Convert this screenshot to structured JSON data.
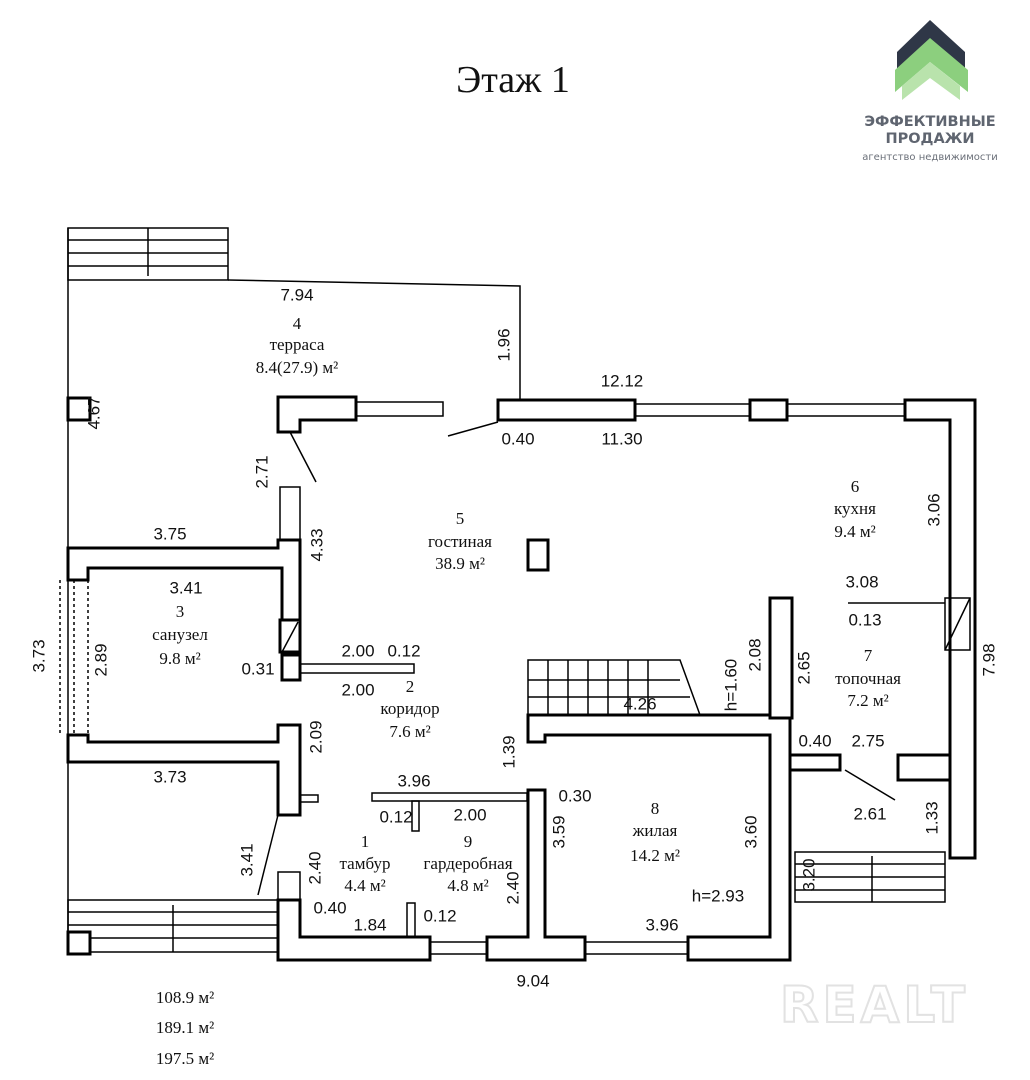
{
  "title": "Этаж 1",
  "logo": {
    "line1": "ЭФФЕКТИВНЫЕ",
    "line2": "ПРОДАЖИ",
    "line3": "агентство недвижимости",
    "colors": {
      "dark": "#2f3747",
      "green": "#8ccf7e"
    }
  },
  "watermark": "REALT",
  "rooms": [
    {
      "num": "4",
      "name": "терраса",
      "area": "8.4(27.9) м²"
    },
    {
      "num": "5",
      "name": "гостиная",
      "area": "38.9 м²"
    },
    {
      "num": "6",
      "name": "кухня",
      "area": "9.4 м²"
    },
    {
      "num": "7",
      "name": "топочная",
      "area": "7.2 м²"
    },
    {
      "num": "3",
      "name": "санузел",
      "area": "9.8 м²"
    },
    {
      "num": "2",
      "name": "коридор",
      "area": "7.6 м²"
    },
    {
      "num": "1",
      "name": "тамбур",
      "area": "4.4 м²"
    },
    {
      "num": "9",
      "name": "гардеробная",
      "area": "4.8 м²"
    },
    {
      "num": "8",
      "name": "жилая",
      "area": "14.2 м²"
    }
  ],
  "dims": [
    "7.94",
    "1.96",
    "12.12",
    "0.40",
    "11.30",
    "4.67",
    "2.71",
    "4.33",
    "3.75",
    "3.41",
    "3.06",
    "3.08",
    "0.13",
    "7.98",
    "3.73",
    "2.89",
    "0.31",
    "2.00",
    "0.12",
    "2.00",
    "2.08",
    "2.65",
    "h=1.60",
    "4.26",
    "2.09",
    "1.39",
    "0.40",
    "2.75",
    "3.73",
    "3.96",
    "0.12",
    "2.00",
    "0.30",
    "3.59",
    "3.60",
    "2.61",
    "1.33",
    "3.41",
    "2.40",
    "h=2.93",
    "2.40",
    "0.40",
    "1.84",
    "0.12",
    "3.96",
    "3.20",
    "9.04"
  ],
  "totals": [
    "108.9 м²",
    "189.1 м²",
    "197.5 м²"
  ]
}
